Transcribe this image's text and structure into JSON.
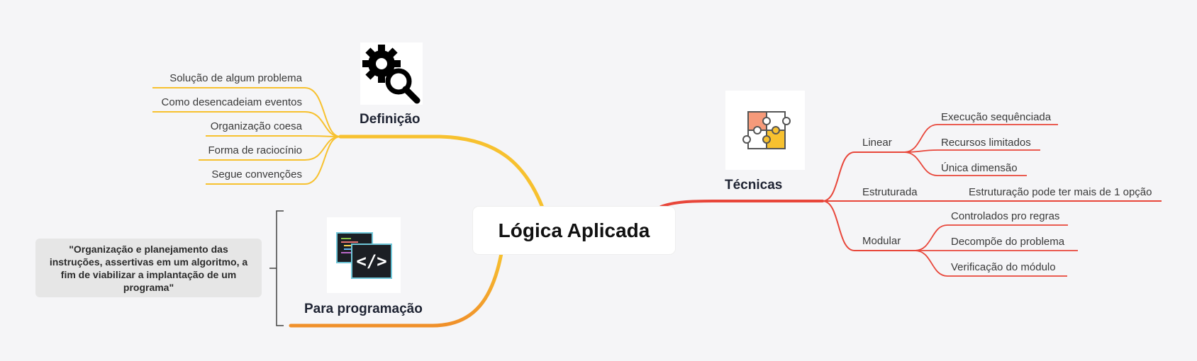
{
  "central": {
    "title": "Lógica Aplicada"
  },
  "definicao": {
    "title": "Definição",
    "icon": "gear-magnifier-icon",
    "color": "#f7c12f",
    "items": [
      "Solução de algum problema",
      "Como desencadeiam eventos",
      "Organização coesa",
      "Forma de raciocínio",
      "Segue convenções"
    ]
  },
  "programacao": {
    "title": "Para programação",
    "icon": "code-window-icon",
    "color": "#f29a2e",
    "note": "\"Organização e planejamento das instruções, assertivas em um algoritmo, a fim de viabilizar a implantação de um programa\""
  },
  "tecnicas": {
    "title": "Técnicas",
    "icon": "puzzle-icon",
    "color": "#e8463a",
    "groups": [
      {
        "label": "Linear",
        "items": [
          "Execução sequênciada",
          "Recursos limitados",
          "Única dimensão"
        ]
      },
      {
        "label": "Estruturada",
        "items": [
          "Estruturação pode ter mais de 1 opção"
        ]
      },
      {
        "label": "Modular",
        "items": [
          "Controlados pro regras",
          "Decompõe do problema",
          "Verificação do módulo"
        ]
      }
    ]
  }
}
